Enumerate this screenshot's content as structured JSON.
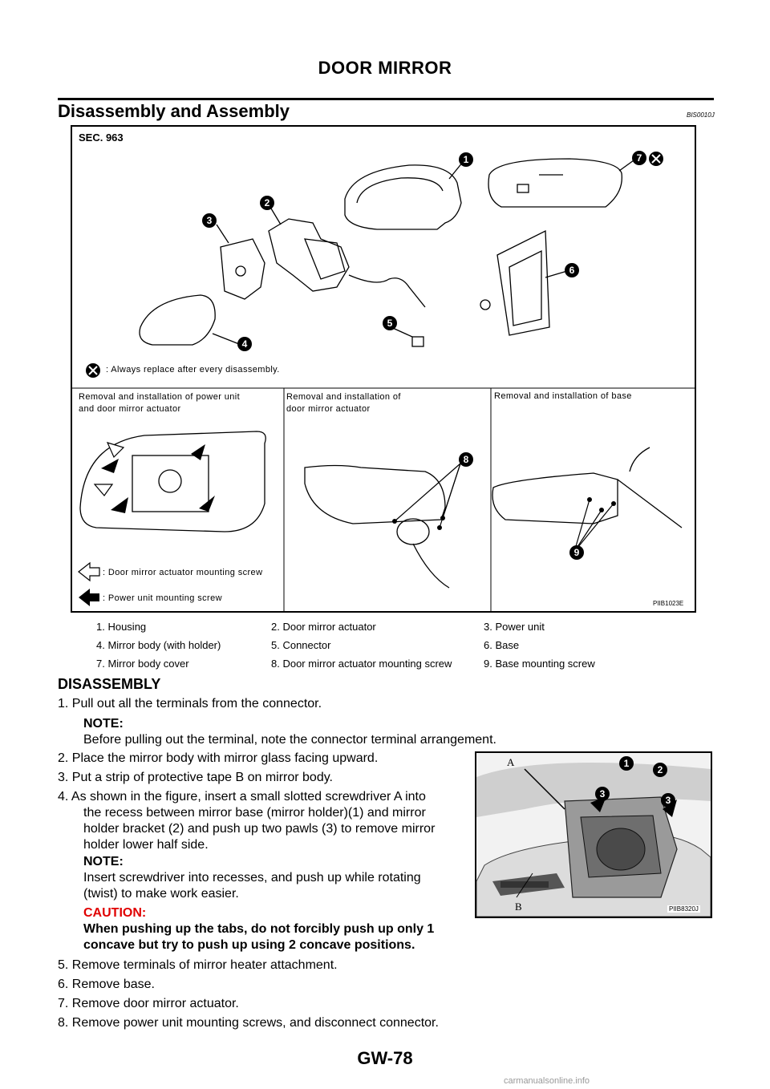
{
  "header": {
    "title": "DOOR MIRROR"
  },
  "section": {
    "title": "Disassembly and Assembly",
    "code": "BIS0010J"
  },
  "diagram": {
    "sec_label": "SEC. 963",
    "callouts": [
      "1",
      "2",
      "3",
      "4",
      "5",
      "6",
      "7",
      "8",
      "9"
    ],
    "replace_note": ": Always replace after every disassembly.",
    "panel1_title_line1": "Removal and installation of power unit",
    "panel1_title_line2": "and door mirror actuator",
    "panel2_title_line1": "Removal and installation of",
    "panel2_title_line2": "door mirror actuator",
    "panel3_title": "Removal and installation of base",
    "legend_open_arrow": ": Door mirror actuator mounting screw",
    "legend_solid_arrow": ": Power unit mounting screw",
    "figure_code": "PIIB1023E"
  },
  "parts": [
    "1.  Housing",
    "2.  Door mirror actuator",
    "3.  Power unit",
    "4.  Mirror body (with holder)",
    "5.  Connector",
    "6.  Base",
    "7.  Mirror body cover",
    "8.  Door mirror actuator mounting screw",
    "9.  Base mounting screw"
  ],
  "disassembly": {
    "heading": "DISASSEMBLY",
    "step1": "1.   Pull out all the terminals from the connector.",
    "note_label": "NOTE:",
    "note1": "Before pulling out the terminal, note the connector terminal arrangement.",
    "step2": "2.   Place the mirror body with mirror glass facing upward.",
    "step3": "3.   Put a strip of protective tape B on mirror body.",
    "step4_l1": "4.   As shown in the figure, insert a small slotted screwdriver A into",
    "step4_l2": "the recess between mirror base (mirror holder)(1) and mirror",
    "step4_l3": "holder bracket (2) and push up two pawls (3) to remove mirror",
    "step4_l4": "holder lower half side.",
    "note2_l1": "Insert screwdriver into recesses, and push up while rotating",
    "note2_l2": "(twist) to make work easier.",
    "caution_label": "CAUTION:",
    "caution_l1": "When pushing up the tabs, do not forcibly push up only 1",
    "caution_l2": "concave but try to push up using 2 concave positions.",
    "step5": "5.   Remove terminals of mirror heater attachment.",
    "step6": "6.   Remove base.",
    "step7": "7.   Remove door mirror actuator.",
    "step8": "8.   Remove power unit mounting screws, and disconnect connector."
  },
  "photo": {
    "label_a": "A",
    "label_b": "B",
    "callouts": [
      "1",
      "2",
      "3",
      "3"
    ],
    "figure_code": "PIIB8320J"
  },
  "footer": {
    "page": "GW-78",
    "watermark": "carmanualsonline.info"
  }
}
